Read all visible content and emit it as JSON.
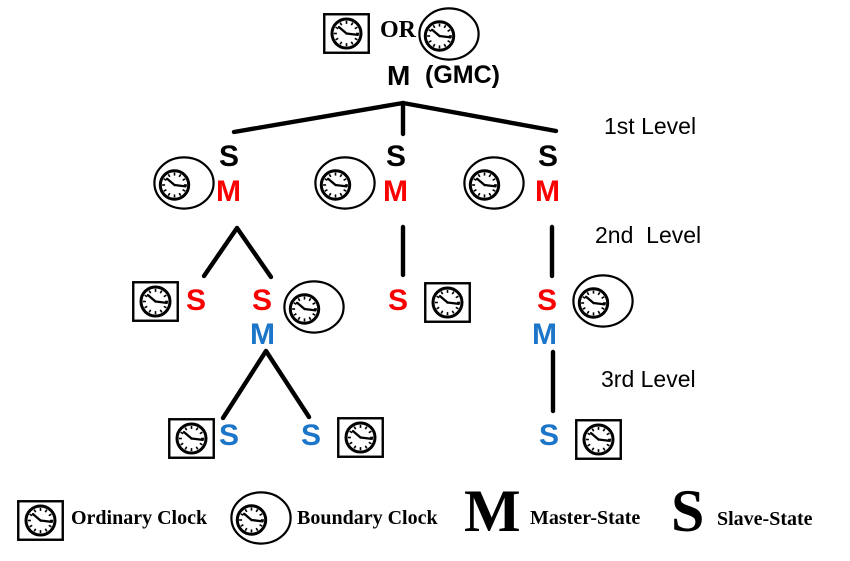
{
  "root": {
    "or": "OR",
    "master_symbol": "M",
    "gmc": "(GMC)"
  },
  "level_labels": {
    "first": "1st Level",
    "second": "2nd  Level",
    "third": "3rd Level"
  },
  "tree": {
    "level1": [
      {
        "slave": "S",
        "master": "M"
      },
      {
        "slave": "S",
        "master": "M"
      },
      {
        "slave": "S",
        "master": "M"
      }
    ],
    "level2_slaves": [
      "S",
      "S",
      "S",
      "S"
    ],
    "level2_masters": [
      "M",
      "M"
    ],
    "level3_slaves": [
      "S",
      "S",
      "S"
    ]
  },
  "legend": {
    "ordinary": "Ordinary Clock",
    "boundary": "Boundary Clock",
    "master_symbol": "M",
    "master": "Master-State",
    "slave_symbol": "S",
    "slave": "Slave-State"
  },
  "icons": {
    "ordinary": "ordinary-clock",
    "boundary": "boundary-clock"
  },
  "colors": {
    "slave_level1": "#000000",
    "master_level1": "#FA0000",
    "slave_level2": "#FA0000",
    "master_level2": "#1B75C8",
    "slave_level3": "#1B75C8",
    "lines": "#000000"
  }
}
